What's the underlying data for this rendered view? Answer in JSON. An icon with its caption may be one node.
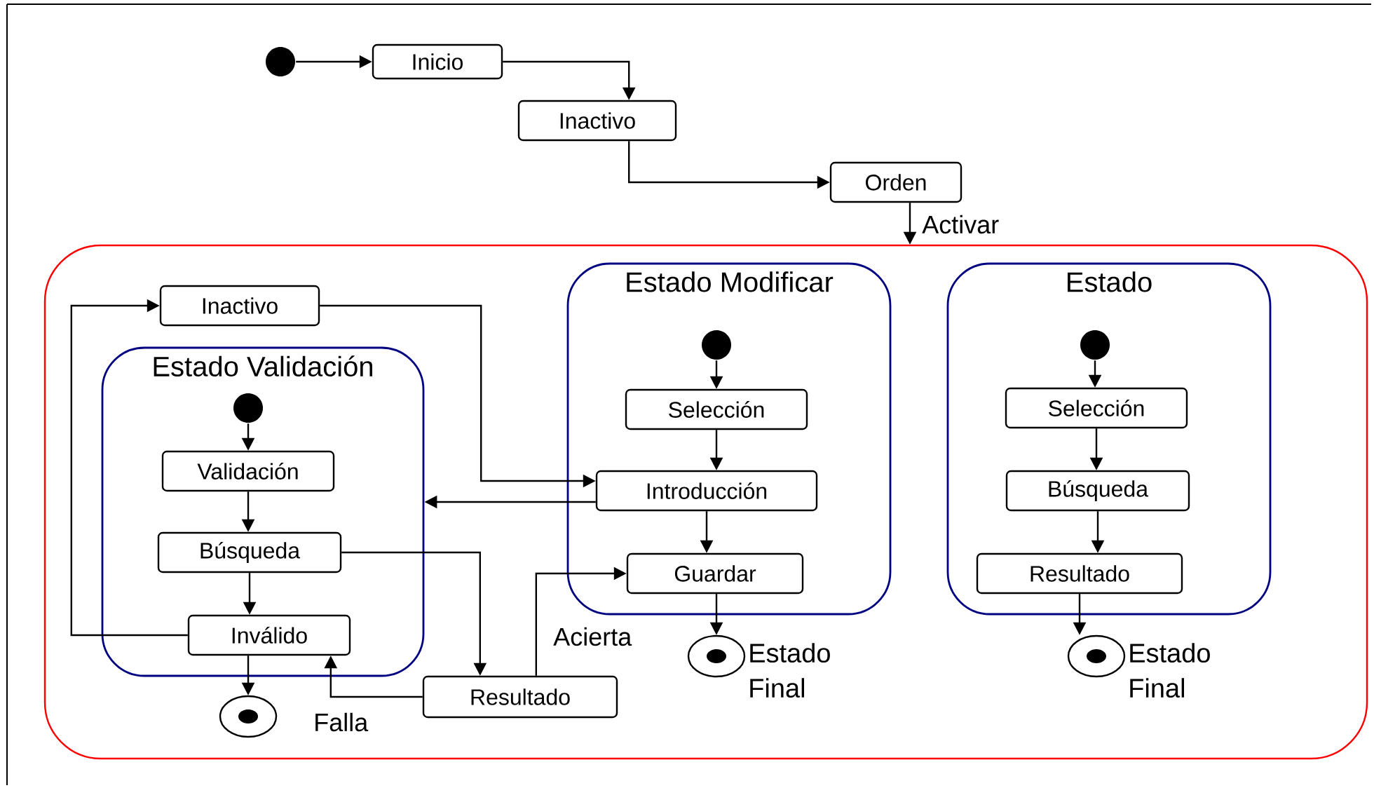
{
  "diagram": {
    "nodes": [
      {
        "text": [],
        "shape": "circle"
      },
      {
        "text": [
          "Inicio"
        ]
      },
      {
        "text": [
          "Inactivo"
        ]
      },
      {
        "text": [
          "Orden"
        ]
      },
      {
        "text": [],
        "shape": "box"
      },
      {
        "text": [
          "Inactivo"
        ],
        "in": 4
      },
      {
        "text": [
          "Estado Validación"
        ],
        "in": 4
      },
      {
        "text": [],
        "shape": "circle",
        "in": 6
      },
      {
        "text": [
          "Validación"
        ],
        "in": 6
      },
      {
        "text": [
          "Búsqueda"
        ],
        "in": 6
      },
      {
        "text": [
          "Inválido"
        ],
        "in": 6
      },
      {
        "text": [],
        "shape": "circle",
        "in": 4
      },
      {
        "text": [
          "Resultado"
        ],
        "in": 4
      },
      {
        "text": [
          "Estado Modificar"
        ],
        "in": 4
      },
      {
        "text": [],
        "shape": "circle",
        "in": 13
      },
      {
        "text": [
          "Selección"
        ],
        "in": 13
      },
      {
        "text": [
          "Introducción"
        ],
        "in": 13
      },
      {
        "text": [
          "Guardar"
        ],
        "in": 13
      },
      {
        "text": [],
        "shape": "circle",
        "in": 4,
        "beside": [
          "Estado Final"
        ]
      },
      {
        "text": [
          "Estado"
        ],
        "in": 4
      },
      {
        "text": [],
        "shape": "circle",
        "in": 19
      },
      {
        "text": [
          "Selección"
        ],
        "in": 19
      },
      {
        "text": [
          "Búsqueda"
        ],
        "in": 19
      },
      {
        "text": [
          "Resultado"
        ],
        "in": 19
      },
      {
        "text": [],
        "shape": "circle",
        "in": 4,
        "beside": [
          "Estado Final"
        ]
      }
    ],
    "edges": [
      {
        "from": 0,
        "to": 1,
        "arrow": "to"
      },
      {
        "from": 1,
        "to": 2,
        "arrow": "to"
      },
      {
        "from": 2,
        "to": 3,
        "arrow": "to"
      },
      {
        "from": 3,
        "to": 4,
        "arrow": "to",
        "label": "Activar"
      },
      {
        "from": 10,
        "to": 5,
        "arrow": "to"
      },
      {
        "from": 5,
        "to": 16,
        "arrow": "to"
      },
      {
        "from": 16,
        "to": 6,
        "arrow": "to"
      },
      {
        "from": 7,
        "to": 8,
        "arrow": "to"
      },
      {
        "from": 8,
        "to": 9,
        "arrow": "to"
      },
      {
        "from": 9,
        "to": 10,
        "arrow": "to"
      },
      {
        "from": 9,
        "to": 12,
        "arrow": "to"
      },
      {
        "from": 12,
        "to": 10,
        "arrow": "to",
        "label": "Falla"
      },
      {
        "from": 12,
        "to": 17,
        "arrow": "to",
        "label": "Acierta"
      },
      {
        "from": 10,
        "to": 11,
        "arrow": "to"
      },
      {
        "from": 14,
        "to": 15,
        "arrow": "to"
      },
      {
        "from": 15,
        "to": 16,
        "arrow": "to"
      },
      {
        "from": 16,
        "to": 17,
        "arrow": "to"
      },
      {
        "from": 17,
        "to": 18,
        "arrow": "to"
      },
      {
        "from": 20,
        "to": 21,
        "arrow": "to"
      },
      {
        "from": 21,
        "to": 22,
        "arrow": "to"
      },
      {
        "from": 22,
        "to": 23,
        "arrow": "to"
      },
      {
        "from": 23,
        "to": 24,
        "arrow": "to"
      }
    ]
  }
}
